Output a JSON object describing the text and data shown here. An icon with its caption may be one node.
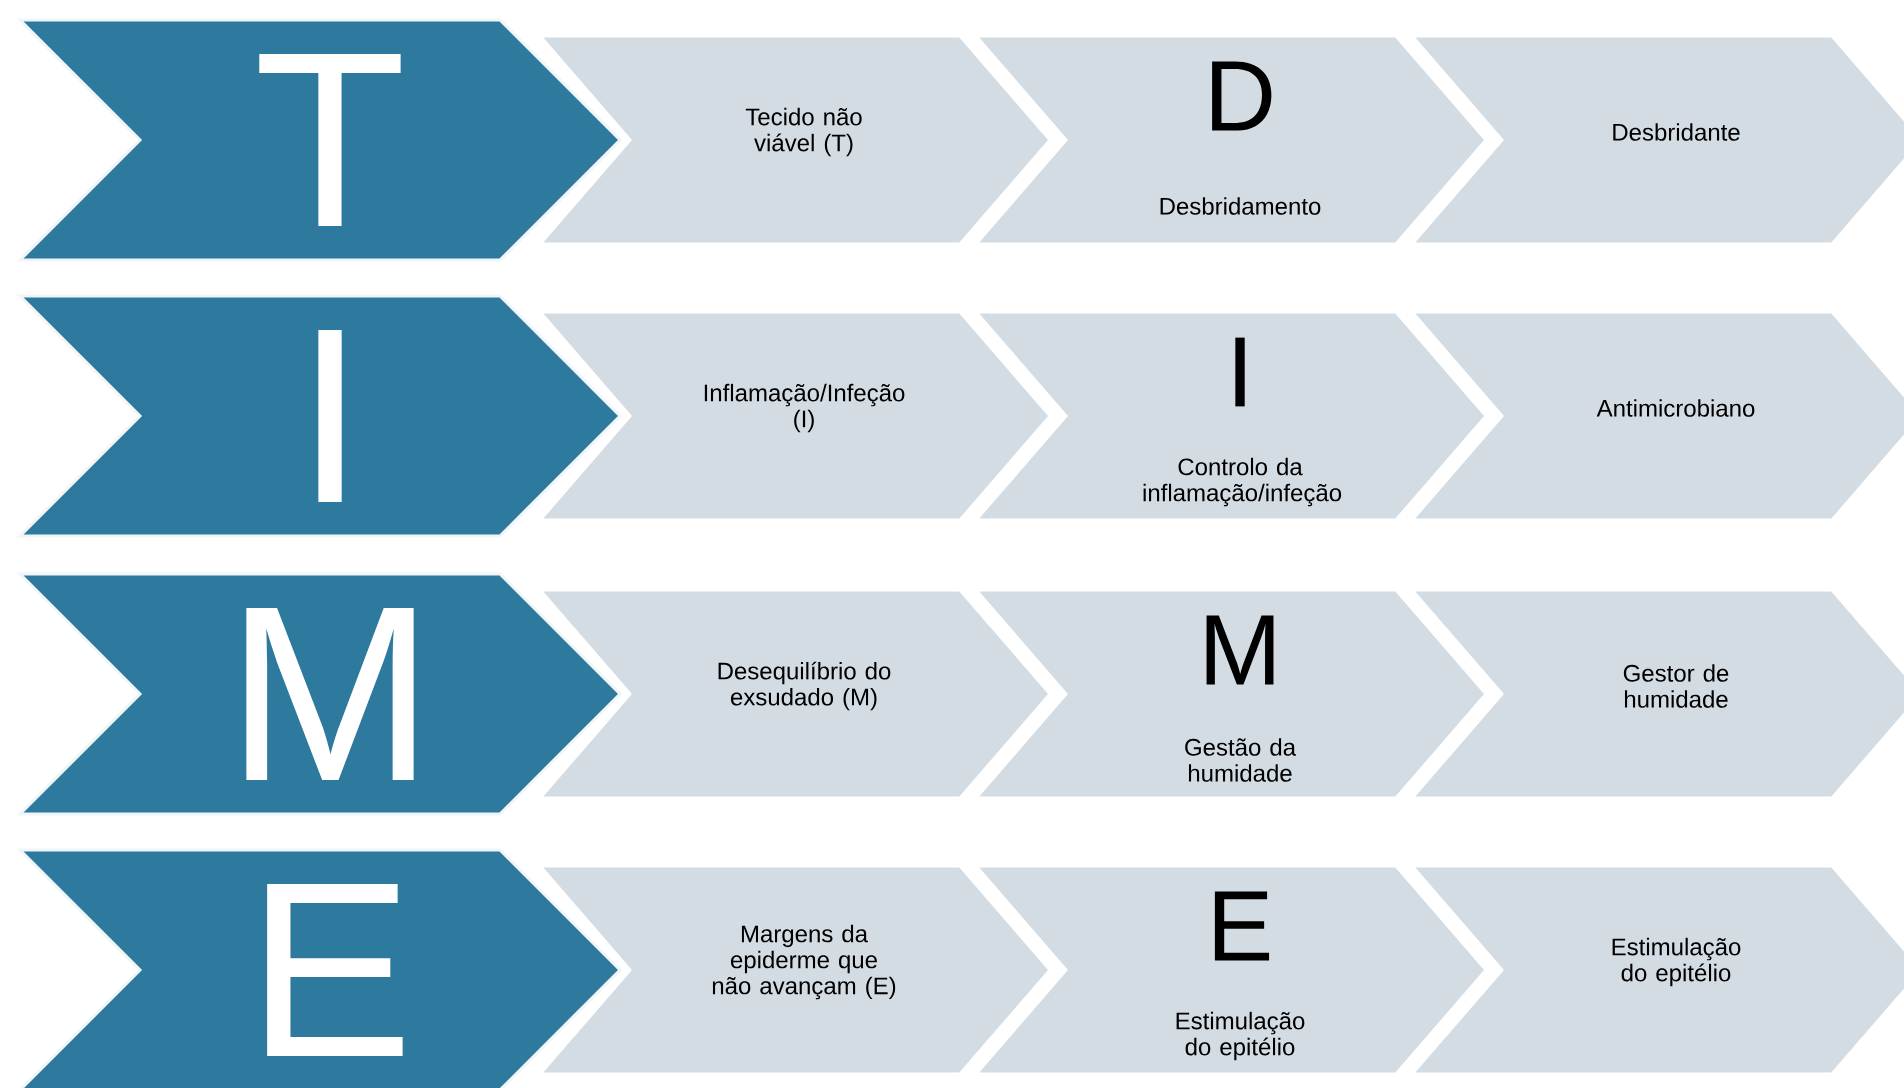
{
  "diagram": {
    "nodes": [
      {
        "text": [
          "T"
        ]
      },
      {
        "text": [
          "Tecido não viável (T)"
        ]
      },
      {
        "text": [
          "D",
          "Desbridamento"
        ]
      },
      {
        "text": [
          "Desbridante"
        ]
      },
      {
        "text": [
          "I"
        ]
      },
      {
        "text": [
          "Inflamação/Infeção (I)"
        ]
      },
      {
        "text": [
          "I",
          "Controlo da inflamação/infeção"
        ]
      },
      {
        "text": [
          "Antimicrobiano"
        ]
      },
      {
        "text": [
          "M"
        ]
      },
      {
        "text": [
          "Desequilíbrio do exsudado (M)"
        ]
      },
      {
        "text": [
          "M",
          "Gestão da humidade"
        ]
      },
      {
        "text": [
          "Gestor de humidade"
        ]
      },
      {
        "text": [
          "E"
        ]
      },
      {
        "text": [
          "Margens da epiderme que não avançam (E)"
        ]
      },
      {
        "text": [
          "E",
          "Estimulação do epitélio"
        ]
      },
      {
        "text": [
          "Estimulação do epitélio"
        ]
      }
    ]
  }
}
